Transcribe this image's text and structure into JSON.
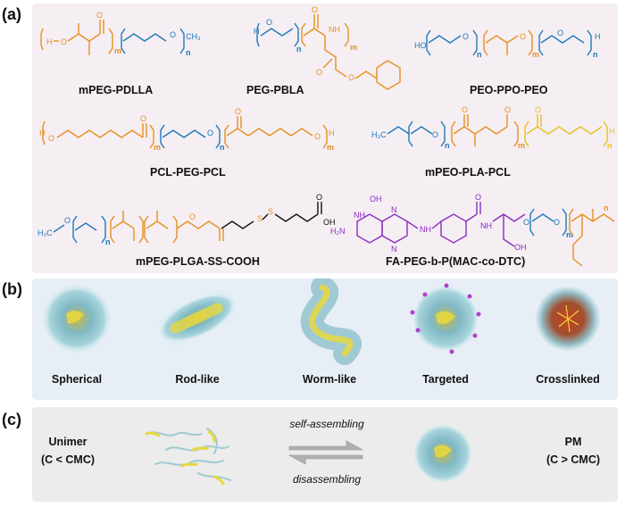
{
  "panels": {
    "a": {
      "letter": "(a)",
      "polymers": [
        {
          "name": "mPEG-PDLLA"
        },
        {
          "name": "PEG-PBLA"
        },
        {
          "name": "PEO-PPO-PEO"
        },
        {
          "name": "PCL-PEG-PCL"
        },
        {
          "name": "mPEO-PLA-PCL"
        },
        {
          "name": "mPEG-PLGA-SS-COOH"
        },
        {
          "name": "FA-PEG-b-P(MAC-co-DTC)"
        }
      ],
      "atom_labels": {
        "H": "H",
        "O": "O",
        "N": "N",
        "S": "S",
        "HO": "HO",
        "OH": "OH",
        "CH3": "CH₃",
        "H3C": "H₃C",
        "NH": "NH",
        "NH2": "H₂N",
        "m": "m",
        "n": "n"
      }
    },
    "b": {
      "letter": "(b)",
      "micelles": [
        {
          "label": "Spherical"
        },
        {
          "label": "Rod-like"
        },
        {
          "label": "Worm-like"
        },
        {
          "label": "Targeted"
        },
        {
          "label": "Crosslinked"
        }
      ]
    },
    "c": {
      "letter": "(c)",
      "unimer_label": "Unimer",
      "unimer_condition": "(C < CMC)",
      "forward_label": "self-assembling",
      "reverse_label": "disassembling",
      "pm_label": "PM",
      "pm_condition": "(C > CMC)"
    }
  },
  "colors": {
    "orange": "#e8901e",
    "blue": "#1e7ab8",
    "purple": "#8a2bc0",
    "black": "#111111",
    "corona": "#8fc8d4",
    "core": "#e8d840"
  }
}
